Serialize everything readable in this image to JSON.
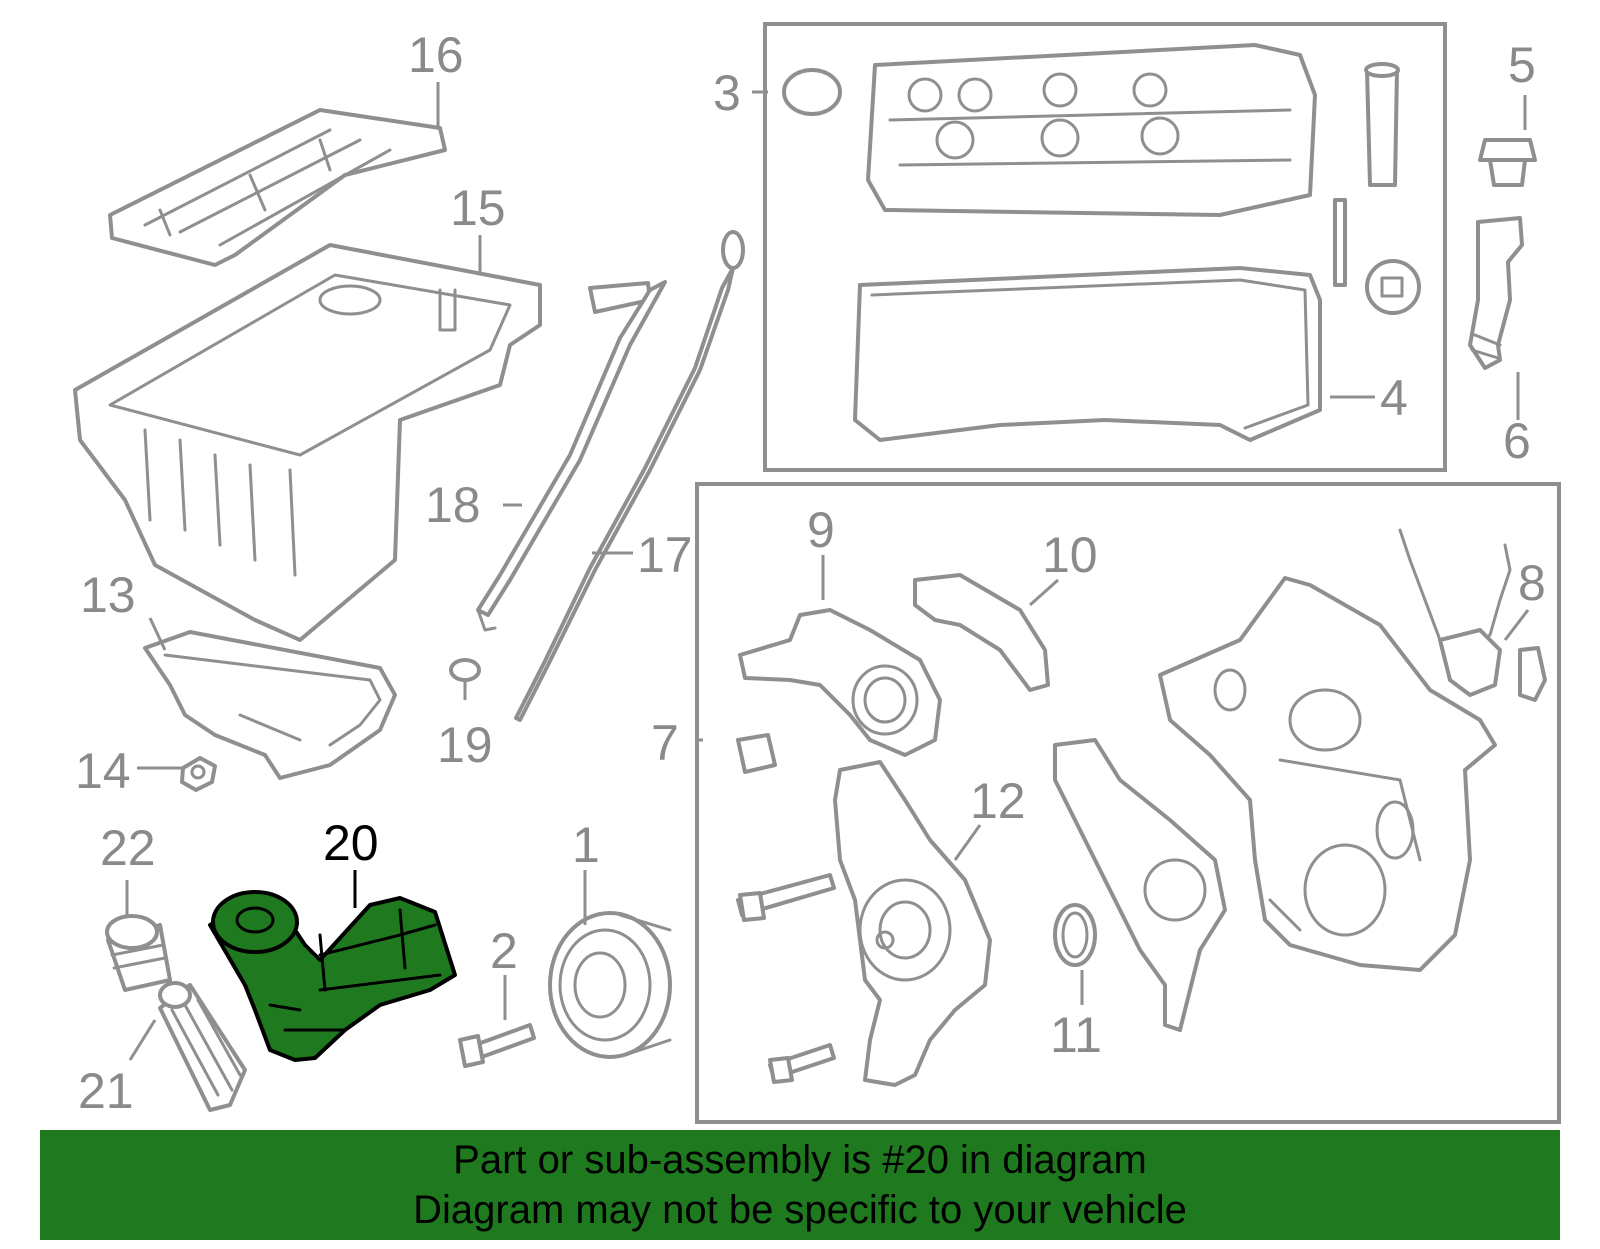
{
  "callouts": {
    "c1": "1",
    "c2": "2",
    "c3": "3",
    "c4": "4",
    "c5": "5",
    "c6": "6",
    "c7": "7",
    "c8": "8",
    "c9": "9",
    "c10": "10",
    "c11": "11",
    "c12": "12",
    "c13": "13",
    "c14": "14",
    "c15": "15",
    "c16": "16",
    "c17": "17",
    "c18": "18",
    "c19": "19",
    "c20": "20",
    "c21": "21",
    "c22": "22"
  },
  "highlight": {
    "part": "20",
    "color": "#1f7a1f"
  },
  "banner": {
    "line1": "Part or sub-assembly is #20 in diagram",
    "line2": "Diagram may not be specific to your vehicle",
    "background": "#1f7a1f"
  }
}
